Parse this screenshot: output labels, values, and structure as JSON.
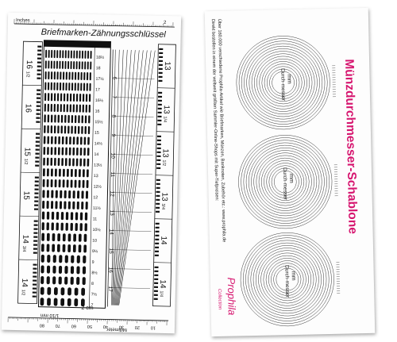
{
  "left_card": {
    "inches_label": "Inches",
    "title": "Briefmarken-Zähnungsschlüssel",
    "top_scale": [
      "1",
      "2"
    ],
    "left_gauges": [
      {
        "whole": "16",
        "frac": "1/2"
      },
      {
        "whole": "16",
        "frac": ""
      },
      {
        "whole": "15",
        "frac": "1/2"
      },
      {
        "whole": "15",
        "frac": ""
      },
      {
        "whole": "14",
        "frac": "3/4"
      },
      {
        "whole": "14",
        "frac": "1/2"
      }
    ],
    "inner_values": [
      "18½",
      "18",
      "17½",
      "17",
      "16½",
      "16",
      "15½",
      "15",
      "14½",
      "14",
      "13½",
      "13",
      "12½",
      "12",
      "11½",
      "11",
      "10½",
      "10",
      "9½",
      "9",
      "8½",
      "8",
      "7½",
      "7"
    ],
    "right_gauges": [
      {
        "whole": "13",
        "frac": ""
      },
      {
        "whole": "13",
        "frac": "1/4"
      },
      {
        "whole": "13",
        "frac": "1/2"
      },
      {
        "whole": "13",
        "frac": "3/4"
      },
      {
        "whole": "14",
        "frac": ""
      },
      {
        "whole": "14",
        "frac": "1/4"
      }
    ],
    "fan_values": [
      "6",
      "7",
      "8",
      "9",
      "10",
      "11",
      "12",
      "13",
      "14",
      "15",
      "16",
      "17"
    ],
    "two_cm": "2 cm",
    "bottom_mm": "Millimeter",
    "bottom_mm_numbers": [
      "10",
      "20",
      "30",
      "40",
      "50",
      "60",
      "70",
      "80"
    ],
    "bottom_fraction": "1/10 mm"
  },
  "right_card": {
    "title": "Münzdurchmesser-Schablone",
    "info_line1": "Direkt bestellen in einem der weltweit größten Sammler-Online-Shops mit Super-Tiefpreisen:",
    "info_line2": "Über 160.000 verschiedene Prophila-Artikel wie Briefmarken, Münzen, Banknoten, Zubehör etc.: www.prophila.de",
    "circle_label_mm": "mm",
    "circle_label_word": "Durch-messer",
    "logo_text": "Prophila",
    "logo_sub": "Collection",
    "title_color": "#d6156f"
  },
  "colors": {
    "ink": "#111111",
    "accent": "#d6156f",
    "card": "#fdfdfd"
  }
}
